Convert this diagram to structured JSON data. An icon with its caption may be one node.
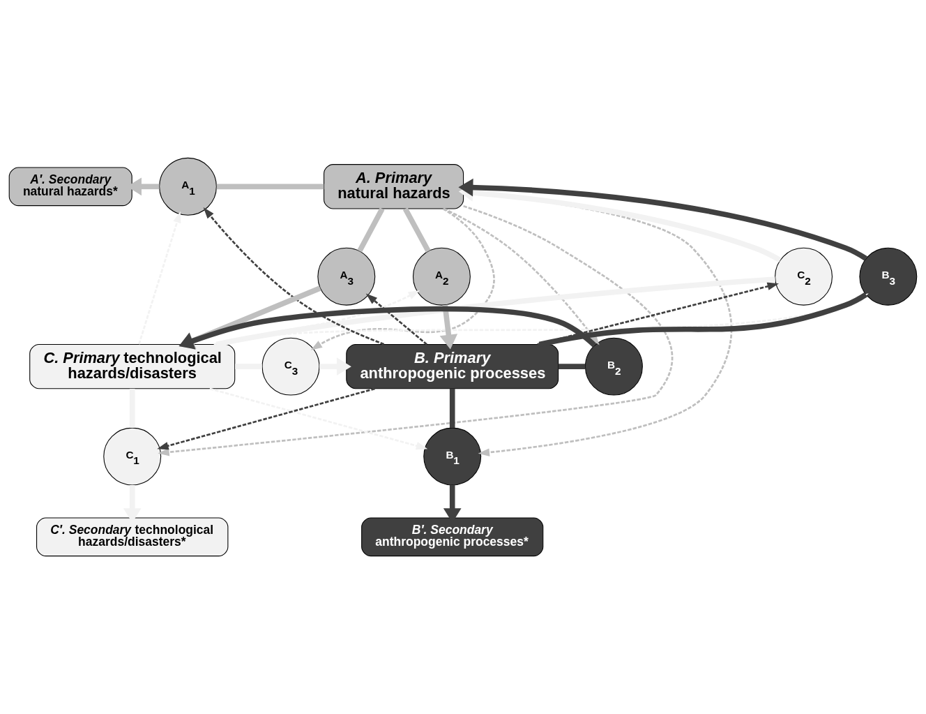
{
  "diagram": {
    "nodes": [
      {
        "text": [
          "*A′. Secondary* natural hazards*"
        ]
      },
      {
        "text": [
          "*A. Primary* natural hazards"
        ]
      },
      {
        "text": [
          "*C. Primary* technological hazards/disasters"
        ]
      },
      {
        "text": [
          "*B. Primary* anthropogenic processes"
        ]
      },
      {
        "text": [
          "*C′. Secondary* technological hazards/disasters*"
        ]
      },
      {
        "text": [
          "*B′. Secondary* anthropogenic processes*"
        ]
      },
      {
        "text": [
          "A$_{1}$"
        ]
      },
      {
        "text": [
          "A$_{3}$"
        ]
      },
      {
        "text": [
          "C$_{2}$"
        ]
      },
      {
        "text": [
          "B$_{3}$"
        ]
      },
      {
        "text": [
          "A$_{2}$"
        ]
      },
      {
        "text": [
          "C$_{3}$"
        ]
      },
      {
        "text": [
          "B$_{2}$"
        ]
      },
      {
        "text": [
          "C$_{1}$"
        ]
      },
      {
        "text": [
          "B$_{1}$"
        ]
      }
    ],
    "edges": [
      {
        "from": 1,
        "to": 6,
        "arrow": "none",
        "color": "#bfbfbf"
      },
      {
        "from": 6,
        "to": 0,
        "arrow": "to",
        "color": "#bfbfbf"
      },
      {
        "from": 1,
        "to": 7,
        "arrow": "none",
        "color": "#bfbfbf"
      },
      {
        "from": 7,
        "to": 2,
        "arrow": "to",
        "color": "#bfbfbf"
      },
      {
        "from": 1,
        "to": 10,
        "arrow": "none",
        "color": "#bfbfbf"
      },
      {
        "from": 10,
        "to": 3,
        "arrow": "to",
        "color": "#bfbfbf"
      },
      {
        "from": 2,
        "to": 8,
        "arrow": "none",
        "color": "#f2f2f2"
      },
      {
        "from": 8,
        "to": 1,
        "arrow": "to",
        "color": "#f2f2f2"
      },
      {
        "from": 2,
        "to": 11,
        "arrow": "none",
        "color": "#f2f2f2"
      },
      {
        "from": 11,
        "to": 3,
        "arrow": "to",
        "color": "#f2f2f2"
      },
      {
        "from": 2,
        "to": 13,
        "arrow": "none",
        "color": "#f2f2f2"
      },
      {
        "from": 13,
        "to": 4,
        "arrow": "to",
        "color": "#f2f2f2"
      },
      {
        "from": 3,
        "to": 9,
        "arrow": "none",
        "color": "#404040"
      },
      {
        "from": 9,
        "to": 1,
        "arrow": "to",
        "color": "#404040"
      },
      {
        "from": 3,
        "to": 12,
        "arrow": "none",
        "color": "#404040"
      },
      {
        "from": 12,
        "to": 2,
        "arrow": "to",
        "color": "#404040"
      },
      {
        "from": 3,
        "to": 14,
        "arrow": "none",
        "color": "#404040"
      },
      {
        "from": 14,
        "to": 5,
        "arrow": "to",
        "color": "#404040"
      },
      {
        "from": 2,
        "to": 6,
        "arrow": "to",
        "style": "dashed",
        "color": "#f2f2f2"
      },
      {
        "from": 3,
        "to": 6,
        "arrow": "to",
        "style": "dashed",
        "color": "#404040"
      },
      {
        "from": 1,
        "to": 13,
        "arrow": "to",
        "style": "dashed",
        "color": "#bfbfbf"
      },
      {
        "from": 1,
        "to": 14,
        "arrow": "to",
        "style": "dashed",
        "color": "#bfbfbf"
      },
      {
        "from": 1,
        "to": 12,
        "arrow": "to",
        "style": "dashed",
        "color": "#bfbfbf"
      },
      {
        "from": 1,
        "to": 11,
        "arrow": "to",
        "style": "dashed",
        "color": "#bfbfbf"
      },
      {
        "from": 3,
        "to": 7,
        "arrow": "to",
        "style": "dashed",
        "color": "#404040"
      },
      {
        "from": 3,
        "to": 8,
        "arrow": "to",
        "style": "dashed",
        "color": "#404040"
      },
      {
        "from": 2,
        "to": 9,
        "arrow": "to",
        "style": "dashed",
        "color": "#f2f2f2"
      },
      {
        "from": 2,
        "to": 10,
        "arrow": "to",
        "style": "dashed",
        "color": "#f2f2f2"
      },
      {
        "from": 3,
        "to": 13,
        "arrow": "to",
        "style": "dashed",
        "color": "#404040"
      },
      {
        "from": 2,
        "to": 14,
        "arrow": "to",
        "style": "dashed",
        "color": "#f2f2f2"
      }
    ]
  }
}
